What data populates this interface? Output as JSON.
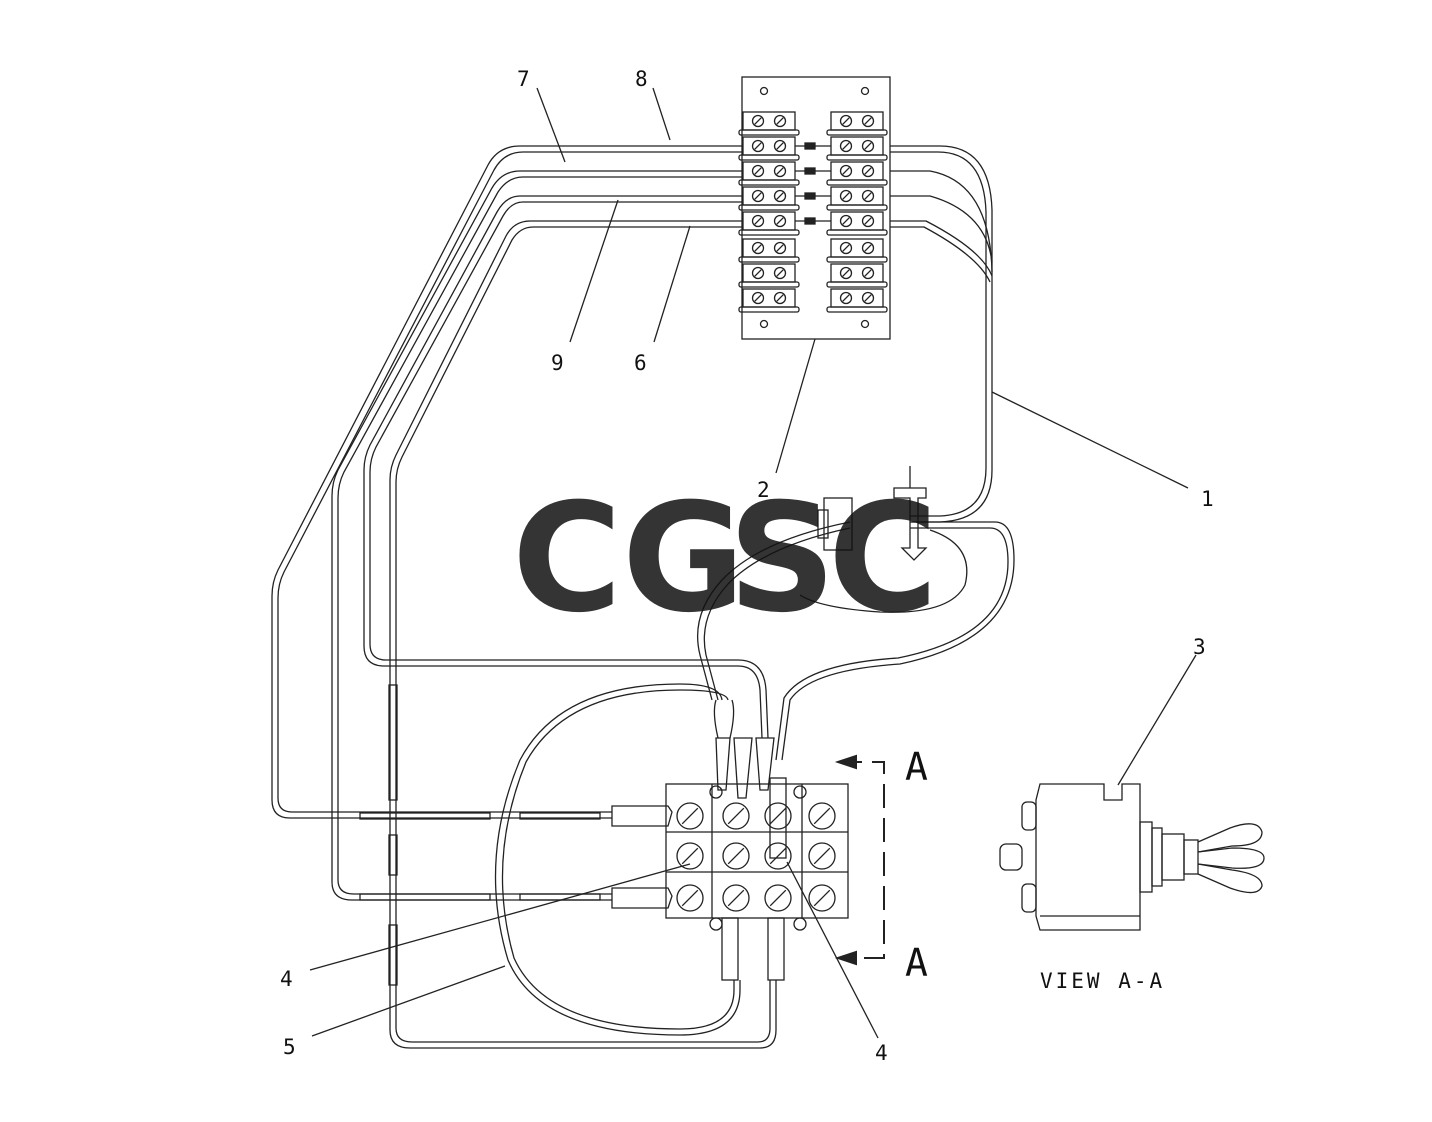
{
  "diagram": {
    "callouts": [
      {
        "id": "callout-7",
        "text": "7"
      },
      {
        "id": "callout-8",
        "text": "8"
      },
      {
        "id": "callout-9",
        "text": "9"
      },
      {
        "id": "callout-6",
        "text": "6"
      },
      {
        "id": "callout-2",
        "text": "2"
      },
      {
        "id": "callout-1",
        "text": "1"
      },
      {
        "id": "callout-3",
        "text": "3"
      },
      {
        "id": "callout-4-left",
        "text": "4"
      },
      {
        "id": "callout-5",
        "text": "5"
      },
      {
        "id": "callout-4-right",
        "text": "4"
      }
    ],
    "section_marker_top": "A",
    "section_marker_bottom": "A",
    "view_caption": "VIEW  A-A"
  },
  "watermark": {
    "letters": [
      "C",
      "G",
      "S",
      "C"
    ],
    "colors": [
      "#8ab4f8",
      "#f28b82",
      "#fdd663",
      "#81c995"
    ]
  }
}
